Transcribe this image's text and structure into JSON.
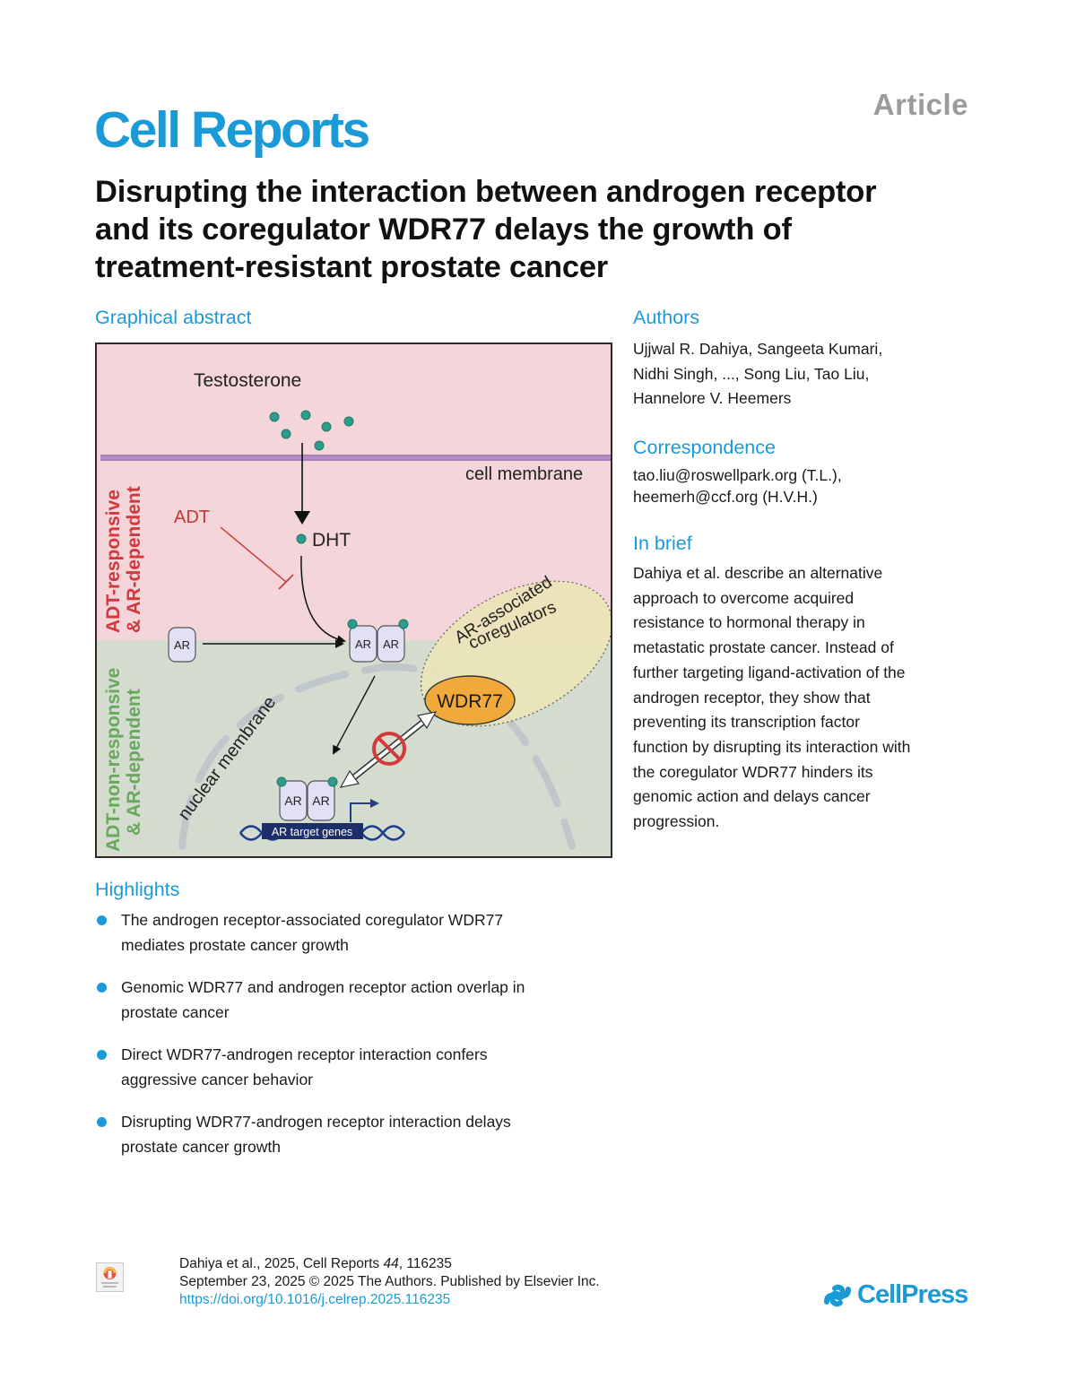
{
  "header": {
    "article_type": "Article",
    "journal": "Cell Reports",
    "title": "Disrupting the interaction between androgen receptor and its coregulator WDR77 delays the growth of treatment-resistant prostate cancer"
  },
  "graphical_abstract": {
    "heading": "Graphical abstract",
    "labels": {
      "testosterone": "Testosterone",
      "cell_membrane": "cell membrane",
      "adt": "ADT",
      "dht": "DHT",
      "ar": "AR",
      "coregulators_line1": "AR-associated",
      "coregulators_line2": "coregulators",
      "wdr77": "WDR77",
      "nuclear_membrane": "nuclear membrane",
      "target_genes": "AR target genes",
      "zone_top_line1": "ADT-responsive",
      "zone_top_line2": "& AR-dependent",
      "zone_bottom_line1": "ADT-non-responsive",
      "zone_bottom_line2": "& AR-dependent"
    },
    "colors": {
      "top_zone": "#f4d5d9",
      "bottom_zone": "#d3dccf",
      "membrane": "#b58cc6",
      "ligand": "#2e9c8a",
      "ar_fill": "#e2e0f5",
      "wdr77_fill": "#f0aa3c",
      "coregulator_fill": "#ece4b9",
      "inhibit_red": "#cc3333",
      "zone_top_text": "#d0393e",
      "zone_bottom_text": "#6aa85e",
      "dna": "#1f3d8a",
      "gene_box": "#1c2f6a"
    }
  },
  "authors": {
    "heading": "Authors",
    "lines": [
      "Ujjwal R. Dahiya, Sangeeta Kumari,",
      "Nidhi Singh, ..., Song Liu, Tao Liu,",
      "Hannelore V. Heemers"
    ]
  },
  "correspondence": {
    "heading": "Correspondence",
    "lines": [
      "tao.liu@roswellpark.org (T.L.),",
      "heemerh@ccf.org (H.V.H.)"
    ]
  },
  "in_brief": {
    "heading": "In brief",
    "lines": [
      "Dahiya et al. describe an alternative",
      "approach to overcome acquired",
      "resistance to hormonal therapy in",
      "metastatic prostate cancer. Instead of",
      "further targeting ligand-activation of the",
      "androgen receptor, they show that",
      "preventing its transcription factor",
      "function by disrupting its interaction with",
      "the coregulator WDR77 hinders its",
      "genomic action and delays cancer",
      "progression."
    ]
  },
  "highlights": {
    "heading": "Highlights",
    "items": [
      {
        "line1": "The androgen receptor-associated coregulator WDR77",
        "line2": "mediates prostate cancer growth"
      },
      {
        "line1": "Genomic WDR77 and androgen receptor action overlap in",
        "line2": "prostate cancer"
      },
      {
        "line1": "Direct WDR77-androgen receptor interaction confers",
        "line2": "aggressive cancer behavior"
      },
      {
        "line1": "Disrupting WDR77-androgen receptor interaction delays",
        "line2": "prostate cancer growth"
      }
    ]
  },
  "footer": {
    "citation_prefix": "Dahiya et al., 2025, Cell Reports ",
    "volume": "44",
    "citation_suffix": ", 116235",
    "date_line": "September 23, 2025 © 2025 The Authors. Published by Elsevier Inc.",
    "doi": "https://doi.org/10.1016/j.celrep.2025.116235",
    "crossmark_label": "Check for updates",
    "publisher": "CellPress"
  }
}
